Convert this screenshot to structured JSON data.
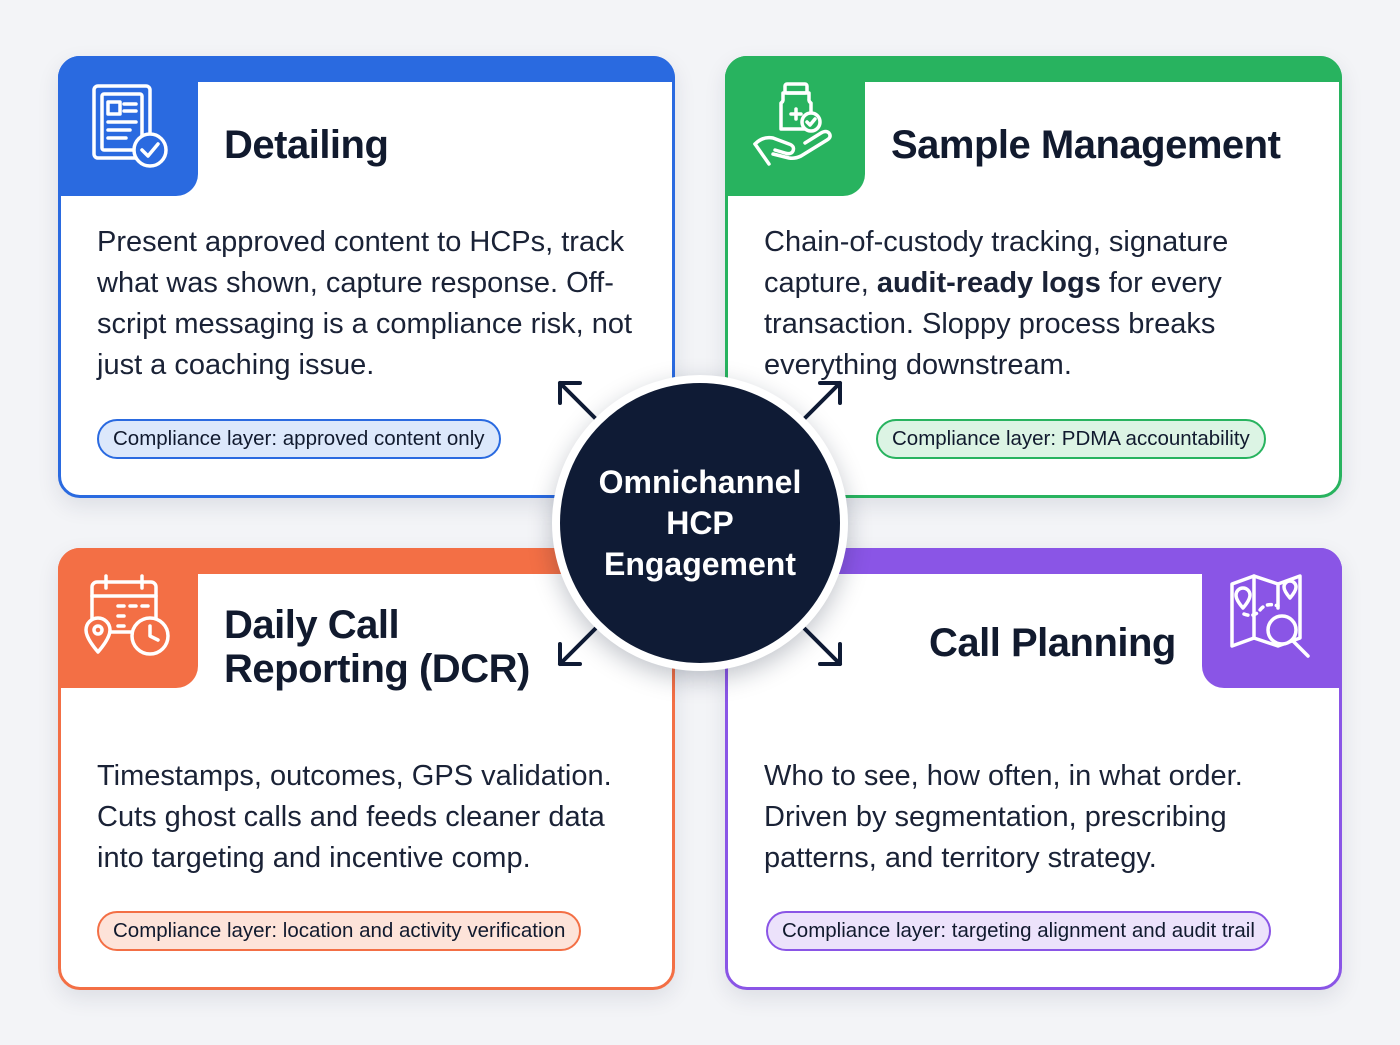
{
  "hub": {
    "label": "Omnichannel\nHCP\nEngagement"
  },
  "cards": {
    "detailing": {
      "title": "Detailing",
      "desc": "Present approved content to HCPs, track what was shown, capture response. Off-script messaging is a compliance risk, not just a coaching issue.",
      "compliance": "Compliance layer: approved content only",
      "accent": "#2a6ae0",
      "icon": "document-check-icon"
    },
    "sample": {
      "title": "Sample Management",
      "desc_pre": "Chain-of-custody tracking, signature capture, ",
      "desc_bold": "audit-ready logs",
      "desc_post": " for every transaction. Sloppy process breaks everything downstream.",
      "compliance": "Compliance layer: PDMA accountability",
      "accent": "#28b35f",
      "icon": "medicine-hand-icon"
    },
    "dcr": {
      "title_line1": "Daily Call",
      "title_line2": "Reporting (DCR)",
      "desc": "Timestamps, outcomes, GPS validation. Cuts ghost calls and feeds cleaner data into targeting and incentive comp.",
      "compliance": "Compliance layer: location and activity verification",
      "accent": "#f36f45",
      "icon": "calendar-location-clock-icon"
    },
    "planning": {
      "title": "Call Planning",
      "desc": "Who to see, how often, in what order. Driven by segmentation, prescribing patterns, and territory strategy.",
      "compliance": "Compliance layer: targeting alignment and audit trail",
      "accent": "#8a55e6",
      "icon": "map-search-icon"
    }
  }
}
